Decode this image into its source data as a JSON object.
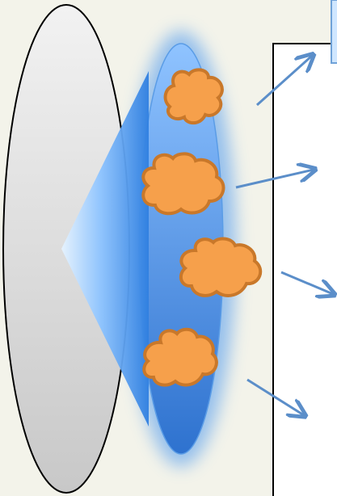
{
  "diagram": {
    "colors": {
      "background": "#f3f3ea",
      "outer_ellipse_light": "#f2f2f2",
      "outer_ellipse_dark": "#c8c8c8",
      "outer_ellipse_stroke": "#000000",
      "cone_light": "#e6f3ff",
      "cone_mid": "#8cc3ff",
      "cone_dark": "#2f7fe0",
      "glow": "#4a96ee",
      "inner_ellipse_light": "#8fc3ff",
      "inner_ellipse_dark": "#2e72cf",
      "cloud_fill": "#f6a04b",
      "cloud_stroke": "#c9782a",
      "arrow": "#5b8ec9",
      "box_fill": "#ffffff",
      "box_stroke": "#000000",
      "top_box_fill": "#cfe6ff",
      "top_box_stroke": "#6fa2d8"
    },
    "elements": {
      "outer_ellipse": "outer-ellipse",
      "cone": "light-cone",
      "inner_ellipse": "inner-ellipse",
      "clouds": [
        "cloud-1",
        "cloud-2",
        "cloud-3",
        "cloud-4"
      ],
      "arrows": [
        "arrow-1",
        "arrow-2",
        "arrow-3",
        "arrow-4"
      ],
      "target_box": "target-box",
      "top_box": "top-box"
    }
  }
}
